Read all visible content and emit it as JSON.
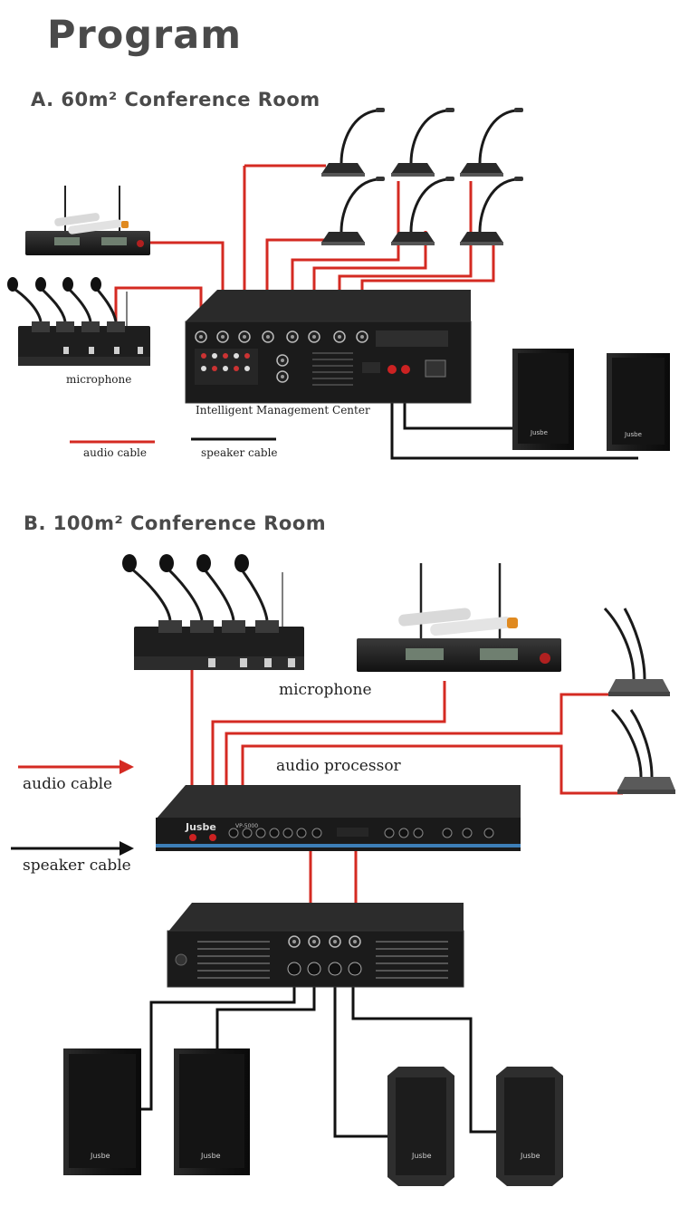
{
  "title": "Program",
  "section_a": {
    "title": "A. 60m² Conference Room",
    "microphone_label": "microphone",
    "center_label": "Intelligent Management Center",
    "legend_audio": "audio cable",
    "legend_speaker": "speaker cable",
    "brand": "Jusbe"
  },
  "section_b": {
    "title": "B. 100m² Conference Room",
    "microphone_label": "microphone",
    "processor_label": "audio processor",
    "legend_audio": "audio cable",
    "legend_speaker": "speaker cable",
    "brand": "Jusbe",
    "processor_model": "VP-5000"
  },
  "colors": {
    "audio_cable": "#d42a22",
    "speaker_cable": "#111111",
    "device": "#1c1c1c"
  }
}
